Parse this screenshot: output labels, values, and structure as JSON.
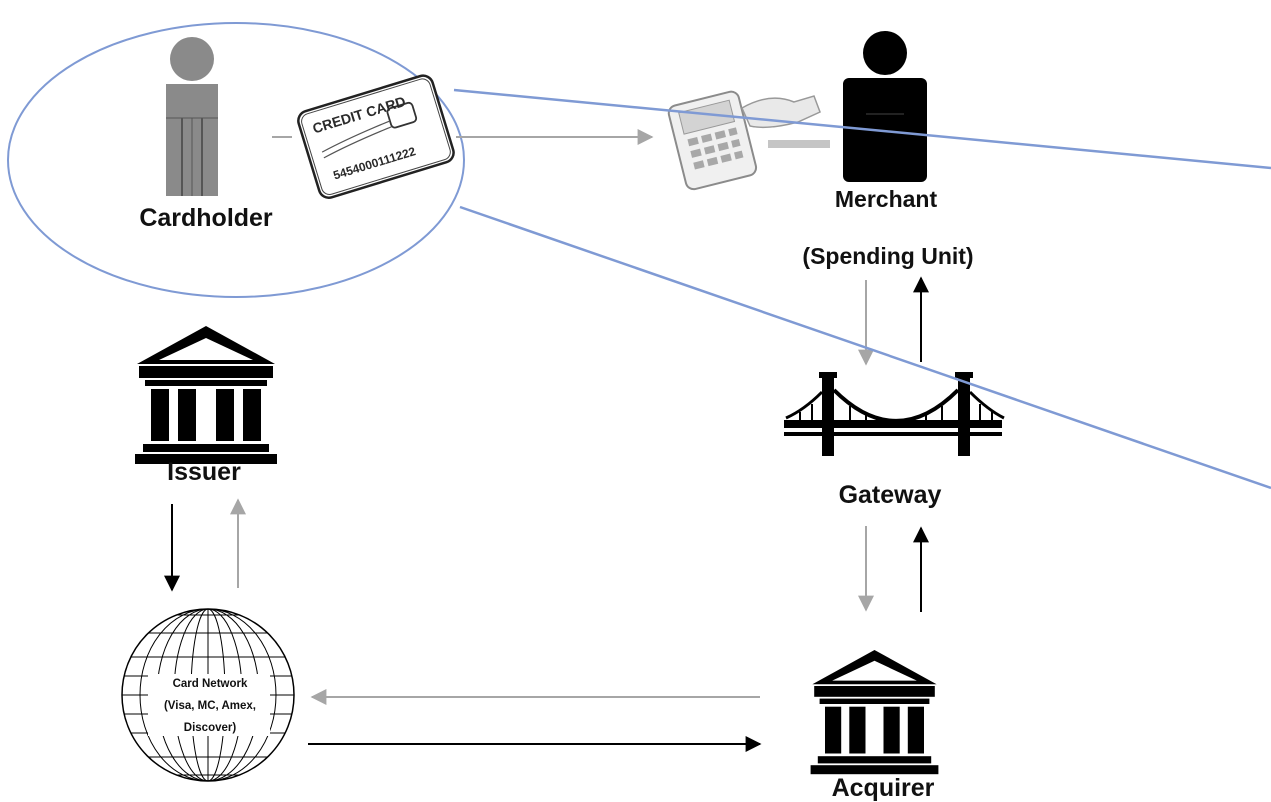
{
  "labels": {
    "cardholder": "Cardholder",
    "merchant": "Merchant",
    "merchant_sub": "(Spending Unit)",
    "issuer": "Issuer",
    "gateway": "Gateway",
    "acquirer": "Acquirer",
    "network_line1": "Card Network",
    "network_line2": "(Visa, MC, Amex,",
    "network_line3": "Discover)"
  },
  "card": {
    "title": "CREDIT CARD",
    "number": "5454000111222"
  },
  "colors": {
    "highlight": "#7f9ad4",
    "arrow_black": "#000000",
    "arrow_gray": "#a6a6a6",
    "cardholder_figure": "#8a8a8a",
    "merchant_figure": "#000000"
  }
}
